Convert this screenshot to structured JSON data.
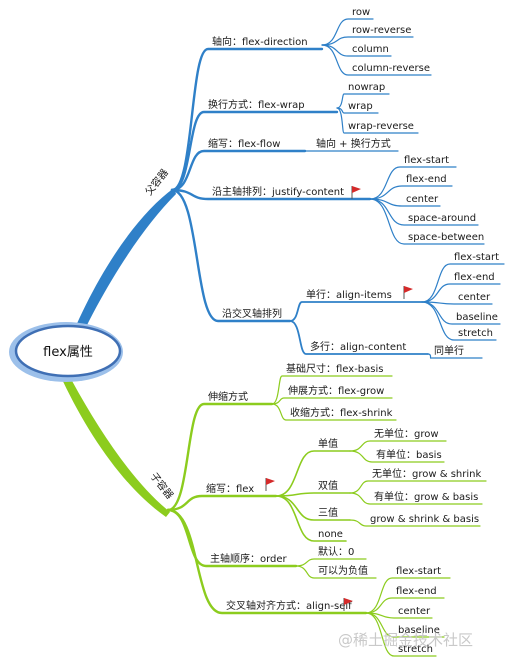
{
  "root": "flex属性",
  "colors": {
    "blue": "#2f80c8",
    "green": "#8ccc1e",
    "flag": "#d42a2a",
    "root_ring": "#3f6fb4"
  },
  "branches": {
    "parent": {
      "label": "父容器",
      "children": [
        {
          "label": "轴向：flex-direction",
          "children": [
            "row",
            "row-reverse",
            "column",
            "column-reverse"
          ]
        },
        {
          "label": "换行方式：flex-wrap",
          "children": [
            "nowrap",
            "wrap",
            "wrap-reverse"
          ]
        },
        {
          "label": "缩写：flex-flow",
          "children": [
            "轴向 + 换行方式"
          ]
        },
        {
          "label": "沿主轴排列：justify-content",
          "flag": true,
          "children": [
            "flex-start",
            "flex-end",
            "center",
            "space-around",
            "space-between"
          ]
        },
        {
          "label": "沿交叉轴排列",
          "children": [
            {
              "label": "单行：align-items",
              "flag": true,
              "children": [
                "flex-start",
                "flex-end",
                "center",
                "baseline",
                "stretch"
              ]
            },
            {
              "label": "多行：align-content",
              "children": [
                "同单行"
              ]
            }
          ]
        }
      ]
    },
    "child": {
      "label": "子容器",
      "children": [
        {
          "label": "伸缩方式",
          "children": [
            "基础尺寸：flex-basis",
            "伸展方式：flex-grow",
            "收缩方式：flex-shrink"
          ]
        },
        {
          "label": "缩写：flex",
          "flag": true,
          "children": [
            {
              "label": "单值",
              "children": [
                "无单位：grow",
                "有单位：basis"
              ]
            },
            {
              "label": "双值",
              "children": [
                "无单位：grow & shrink",
                "有单位：grow & basis"
              ]
            },
            {
              "label": "三值",
              "children": [
                "grow & shrink & basis"
              ]
            },
            {
              "label": "none"
            }
          ]
        },
        {
          "label": "主轴顺序：order",
          "children": [
            "默认：0",
            "可以为负值"
          ]
        },
        {
          "label": "交叉轴对齐方式：align-self",
          "flag": true,
          "children": [
            "flex-start",
            "flex-end",
            "center",
            "baseline",
            "stretch"
          ]
        }
      ]
    }
  },
  "watermark": "@稀土掘金技术社区"
}
